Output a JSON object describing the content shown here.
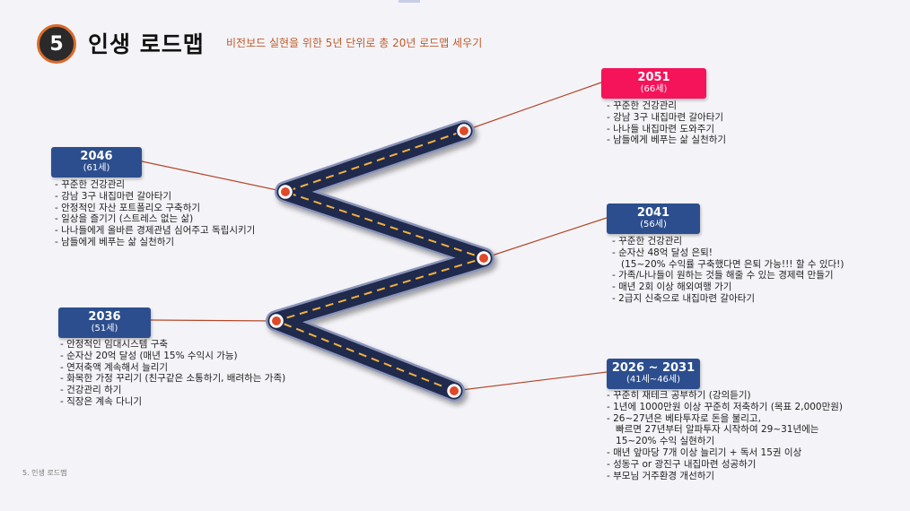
{
  "header": {
    "number": "5",
    "title": "인생 로드맵",
    "subtitle": "비전보드 실현을 위한 5년 단위로 총 20년 로드맵 세우기"
  },
  "footer": "5. 인생 로드맵",
  "colors": {
    "road": "#1f2a4d",
    "road_dash": "#f3b13c",
    "connector": "#b5472a",
    "box": "#2c4e8e",
    "box_highlight": "#f5135a",
    "accent": "#d96a2b"
  },
  "milestones": [
    {
      "year": "2051",
      "age": "(66세)",
      "goals": [
        "- 꾸준한 건강관리",
        "- 강남 3구 내집마련 갈아타기",
        "- 나나들 내집마련 도와주기",
        "- 남들에게 베푸는 삶 실천하기"
      ]
    },
    {
      "year": "2046",
      "age": "(61세)",
      "goals": [
        "- 꾸준한 건강관리",
        "- 강남 3구 내집마련 갈아타기",
        "- 안정적인 자산 포트폴리오 구축하기",
        "- 일상을 즐기기 (스트레스 없는 삶)",
        "- 나나들에게 올바른 경제관념 심어주고 독립시키기",
        "- 남들에게 베푸는 삶 실천하기"
      ]
    },
    {
      "year": "2041",
      "age": "(56세)",
      "goals": [
        "- 꾸준한 건강관리",
        "- 순자산 48억 달성 은퇴!",
        "   (15~20% 수익률 구축했다면 은퇴 가능!!! 할 수 있다!)",
        "- 가족/나나들이 원하는 것들 해줄 수 있는 경제력 만들기",
        "- 매년 2회 이상 해외여행 가기",
        "- 2급지 신축으로 내집마련 갈아타기"
      ]
    },
    {
      "year": "2036",
      "age": "(51세)",
      "goals": [
        "- 안정적인 임대시스템 구축",
        "- 순자산 20억 달성 (매년 15% 수익시 가능)",
        "- 연저축액 계속해서 늘리기",
        "- 화목한 가정 꾸리기 (친구같은 소통하기, 배려하는 가족)",
        "- 건강관리 하기",
        "- 직장은 계속 다니기"
      ]
    },
    {
      "year": "2026 ~ 2031",
      "age": "(41세~46세)",
      "goals": [
        "- 꾸준히 재테크 공부하기 (강의듣기)",
        "- 1년에 1000만원 이상 꾸준히 저축하기 (목표 2,000만원)",
        "- 26~27년은 베타투자로 돈을 불리고,",
        "   빠르면 27년부터 알파투자 시작하여 29~31년에는",
        "   15~20% 수익 실현하기",
        "- 매년 앞마당 7개 이상 늘리기 + 독서 15권 이상",
        "- 성동구 or 광진구 내집마련 성공하기",
        "- 부모님 거주환경 개선하기"
      ]
    }
  ]
}
